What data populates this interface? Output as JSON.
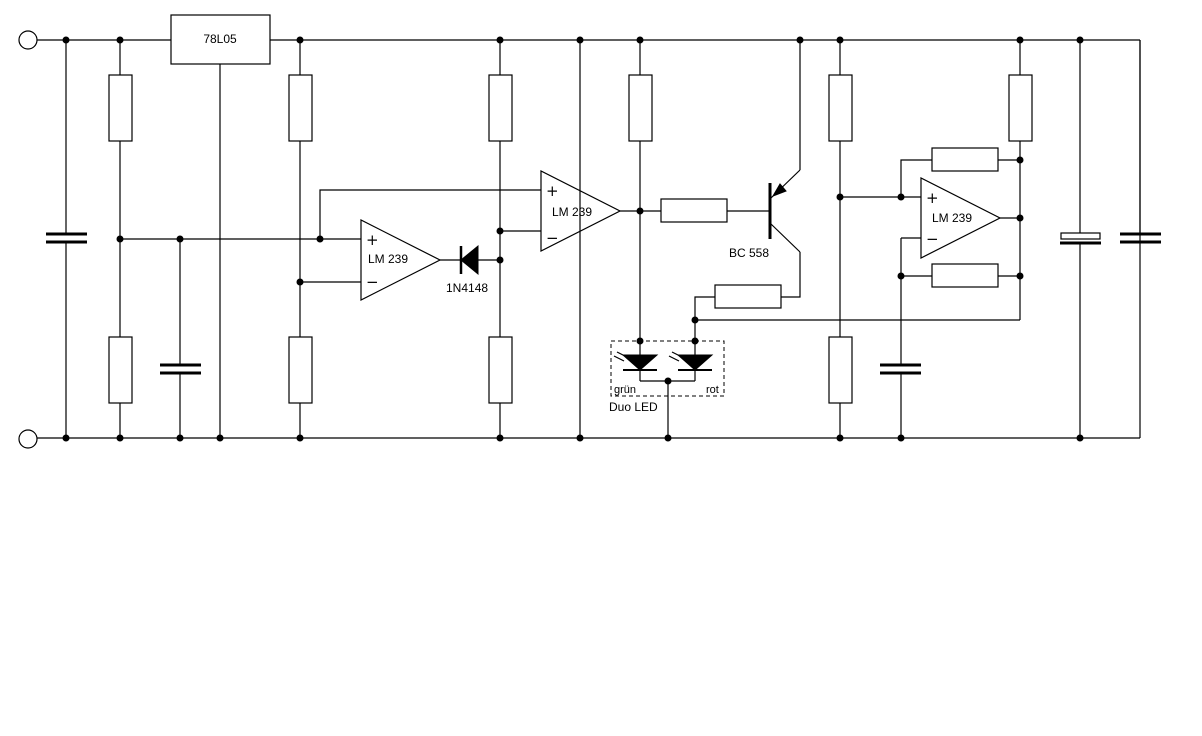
{
  "diagram": {
    "regulator": "78L05",
    "opamp_label": "LM 239",
    "plus_sign": "+",
    "minus_sign": "−",
    "diode": "1N4148",
    "transistor": "BC 558",
    "led_green": "grün",
    "led_red": "rot",
    "led_caption": "Duo LED"
  }
}
